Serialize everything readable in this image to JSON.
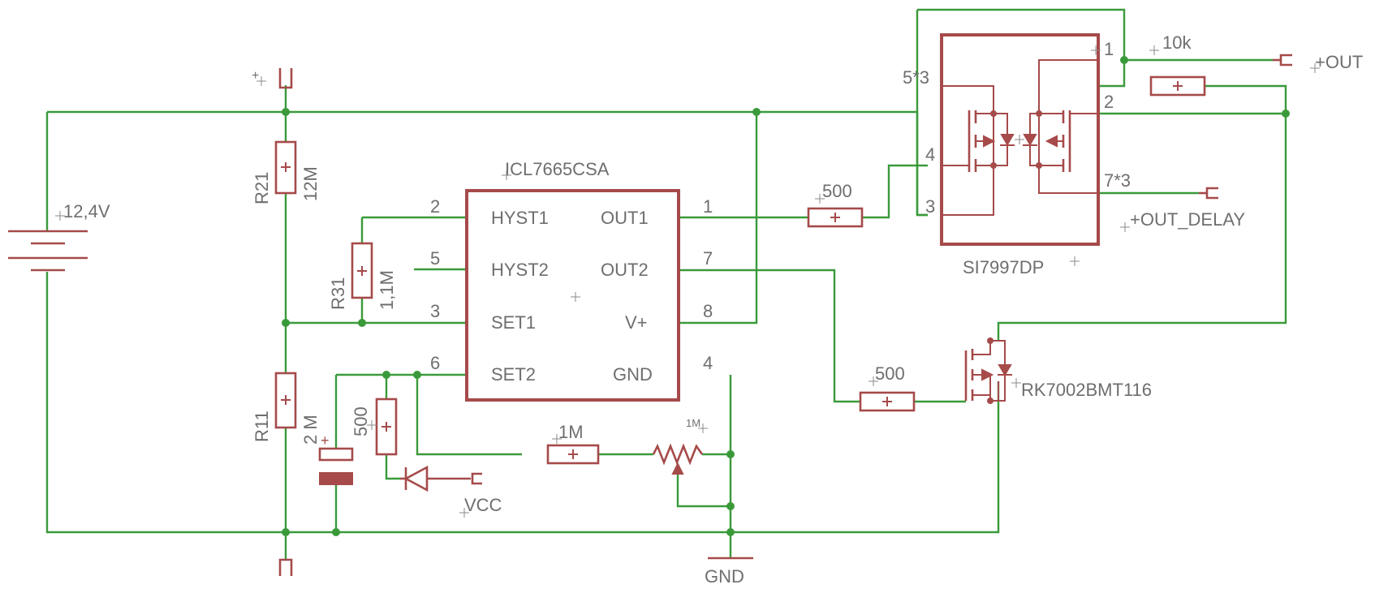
{
  "battery": {
    "voltage": "12,4V"
  },
  "resistors": {
    "r21": {
      "name": "R21",
      "value": "12M"
    },
    "r11": {
      "name": "R11",
      "value": "2 M"
    },
    "r31": {
      "name": "R31",
      "value": "1,1M"
    },
    "r_cap": {
      "value": "500"
    },
    "r_out1": {
      "value": "500"
    },
    "r_out2": {
      "value": "500"
    },
    "r_1m": {
      "value": "1M"
    },
    "r_10k": {
      "value": "10k"
    }
  },
  "potentiometer": {
    "value": "1M"
  },
  "ic": {
    "name": "ICL7665CSA",
    "pins_left": [
      {
        "num": "2",
        "name": "HYST1"
      },
      {
        "num": "5",
        "name": "HYST2"
      },
      {
        "num": "3",
        "name": "SET1"
      },
      {
        "num": "6",
        "name": "SET2"
      }
    ],
    "pins_right": [
      {
        "num": "1",
        "name": "OUT1"
      },
      {
        "num": "7",
        "name": "OUT2"
      },
      {
        "num": "8",
        "name": "V+"
      },
      {
        "num": "4",
        "name": "GND"
      }
    ]
  },
  "dual_mosfet": {
    "name": "SI7997DP",
    "pins": {
      "p53": "5*3",
      "p4": "4",
      "p3": "3",
      "p1": "1",
      "p2": "2",
      "p73": "7*3"
    }
  },
  "mosfet": {
    "name": "RK7002BMT116"
  },
  "nets": {
    "out": "+OUT",
    "out_delay": "+OUT_DELAY",
    "vcc": "VCC",
    "gnd": "GND"
  },
  "colors": {
    "wire": "#3a9a3a",
    "symbol": "#a64a4a",
    "text": "#6e6e6e"
  }
}
